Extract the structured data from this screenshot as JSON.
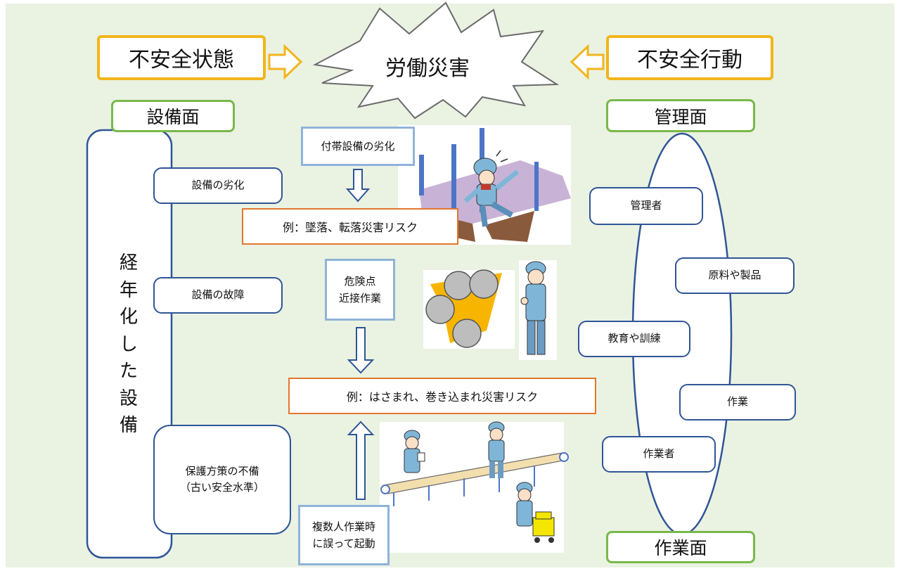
{
  "header": {
    "left_title": "不安全状態",
    "center_title": "労働災害",
    "right_title": "不安全行動"
  },
  "left_side": {
    "category": "設備面",
    "vertical_label": "経\n年\n化\nし\nた\n設\n備",
    "items": [
      "設備の劣化",
      "設備の故障",
      "保護方策の不備\n（古い安全水準）"
    ]
  },
  "right_side": {
    "top_category": "管理面",
    "bottom_category": "作業面",
    "items": [
      "管理者",
      "原料や製品",
      "教育や訓練",
      "作業",
      "作業者"
    ]
  },
  "center": {
    "cause1": "付帯設備の劣化",
    "example1": "例：墜落、転落災害リスク",
    "cause2": "危険点\n近接作業",
    "example2": "例：はさまれ、巻き込まれ災害リスク",
    "cause3": "複数人作業時\nに誤って起動"
  },
  "colors": {
    "background": "#eaf2e2",
    "header_border": "#f2b51c",
    "category_border": "#79b84a",
    "item_border": "#2f5596",
    "cause_border": "#8fb3d9",
    "example_border": "#e2772e"
  }
}
